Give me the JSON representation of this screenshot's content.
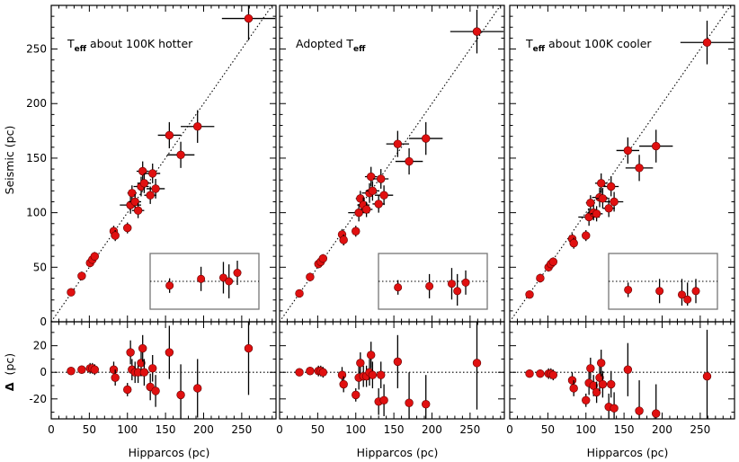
{
  "chart_data": {
    "type": "scatter",
    "xlabel": "Hipparcos (pc)",
    "ylabel_top": "Seismic (pc)",
    "ylabel_bottom_symbol": "Δ",
    "ylabel_bottom_unit": "(pc)",
    "xlim": [
      0,
      295
    ],
    "ylim_top": [
      0,
      290
    ],
    "ylim_bottom": [
      -35,
      38
    ],
    "x_ticks": [
      0,
      50,
      100,
      150,
      200,
      250
    ],
    "y_ticks_top": [
      0,
      50,
      100,
      150,
      200,
      250
    ],
    "y_ticks_bottom": [
      -20,
      0,
      20
    ],
    "point_color": "#e01010",
    "reference_line": "1:1 dotted",
    "panels": [
      {
        "label_prefix": "T",
        "label_sub": "eff",
        "label_suffix": " about 100K hotter",
        "x": [
          26,
          40,
          51,
          54,
          57,
          82,
          84,
          100,
          104,
          106,
          110,
          114,
          118,
          120,
          122,
          130,
          133,
          137,
          155,
          170,
          192,
          259
        ],
        "xerr": [
          1,
          2,
          3,
          3,
          3,
          4,
          4,
          5,
          14,
          6,
          8,
          8,
          10,
          8,
          9,
          8,
          10,
          12,
          15,
          18,
          22,
          35
        ],
        "y": [
          27,
          42,
          54,
          57,
          60,
          83,
          79,
          86,
          107,
          118,
          110,
          102,
          124,
          138,
          127,
          116,
          136,
          122,
          171,
          153,
          179,
          278
        ],
        "yerr": [
          3,
          4,
          4,
          4,
          4,
          5,
          5,
          5,
          8,
          7,
          7,
          7,
          9,
          9,
          9,
          8,
          9,
          9,
          12,
          12,
          15,
          20
        ],
        "delta": [
          1,
          2,
          3,
          3,
          2,
          2,
          -4,
          -13,
          15,
          2,
          0,
          0,
          7,
          18,
          0,
          -11,
          3,
          -14,
          15,
          -17,
          -12,
          18
        ],
        "derr": [
          2,
          3,
          4,
          4,
          4,
          6,
          6,
          5,
          9,
          8,
          8,
          8,
          10,
          10,
          10,
          10,
          10,
          12,
          20,
          23,
          22,
          35
        ],
        "inset_x": [
          155,
          200,
          232,
          240,
          252
        ],
        "inset_y": [
          -7,
          4,
          6,
          0,
          14
        ],
        "inset_yerr": [
          12,
          20,
          26,
          28,
          20
        ]
      },
      {
        "label_prefix": "Adopted T",
        "label_sub": "eff",
        "label_suffix": "",
        "x": [
          26,
          40,
          51,
          54,
          57,
          82,
          84,
          100,
          104,
          106,
          110,
          114,
          118,
          120,
          122,
          130,
          133,
          137,
          155,
          170,
          192,
          259
        ],
        "xerr": [
          1,
          2,
          3,
          3,
          3,
          4,
          4,
          5,
          14,
          6,
          8,
          8,
          10,
          8,
          9,
          8,
          10,
          12,
          15,
          18,
          22,
          35
        ],
        "y": [
          26,
          41,
          53,
          55,
          58,
          80,
          75,
          83,
          100,
          113,
          107,
          103,
          118,
          133,
          120,
          108,
          131,
          116,
          163,
          147,
          168,
          266
        ],
        "yerr": [
          3,
          4,
          4,
          4,
          4,
          5,
          5,
          5,
          8,
          7,
          7,
          7,
          9,
          9,
          9,
          8,
          9,
          9,
          12,
          12,
          15,
          20
        ],
        "delta": [
          0,
          1,
          1,
          1,
          0,
          -2,
          -9,
          -17,
          -4,
          7,
          -3,
          -3,
          0,
          13,
          -2,
          -22,
          -2,
          -21,
          8,
          -23,
          -24,
          7
        ],
        "derr": [
          2,
          3,
          4,
          4,
          4,
          6,
          6,
          5,
          9,
          8,
          8,
          8,
          10,
          10,
          10,
          10,
          10,
          12,
          20,
          23,
          22,
          35
        ],
        "inset_x": [
          155,
          200,
          232,
          240,
          252
        ],
        "inset_y": [
          -10,
          -8,
          -4,
          -16,
          -2
        ],
        "inset_yerr": [
          12,
          20,
          26,
          28,
          20
        ]
      },
      {
        "label_prefix": "T",
        "label_sub": "eff",
        "label_suffix": " about 100K cooler",
        "x": [
          26,
          40,
          51,
          54,
          57,
          82,
          84,
          100,
          104,
          106,
          110,
          114,
          118,
          120,
          122,
          130,
          133,
          137,
          155,
          170,
          192,
          259
        ],
        "xerr": [
          1,
          2,
          3,
          3,
          3,
          4,
          4,
          5,
          14,
          6,
          8,
          8,
          10,
          8,
          9,
          8,
          10,
          12,
          15,
          18,
          22,
          35
        ],
        "y": [
          25,
          40,
          50,
          53,
          55,
          76,
          72,
          79,
          96,
          109,
          100,
          99,
          114,
          127,
          113,
          104,
          124,
          110,
          157,
          141,
          161,
          256
        ],
        "yerr": [
          3,
          4,
          4,
          4,
          4,
          5,
          5,
          5,
          8,
          7,
          7,
          7,
          9,
          9,
          9,
          8,
          9,
          9,
          12,
          12,
          15,
          20
        ],
        "delta": [
          -1,
          -1,
          -1,
          -1,
          -2,
          -6,
          -12,
          -21,
          -8,
          3,
          -10,
          -15,
          -4,
          7,
          -9,
          -26,
          -9,
          -27,
          2,
          -29,
          -31,
          -3
        ],
        "derr": [
          2,
          3,
          4,
          4,
          4,
          6,
          6,
          5,
          9,
          8,
          8,
          8,
          10,
          10,
          10,
          10,
          10,
          12,
          20,
          23,
          22,
          35
        ],
        "inset_x": [
          155,
          200,
          232,
          240,
          252
        ],
        "inset_y": [
          -14,
          -16,
          -22,
          -30,
          -16
        ],
        "inset_yerr": [
          12,
          20,
          26,
          28,
          20
        ]
      }
    ]
  }
}
